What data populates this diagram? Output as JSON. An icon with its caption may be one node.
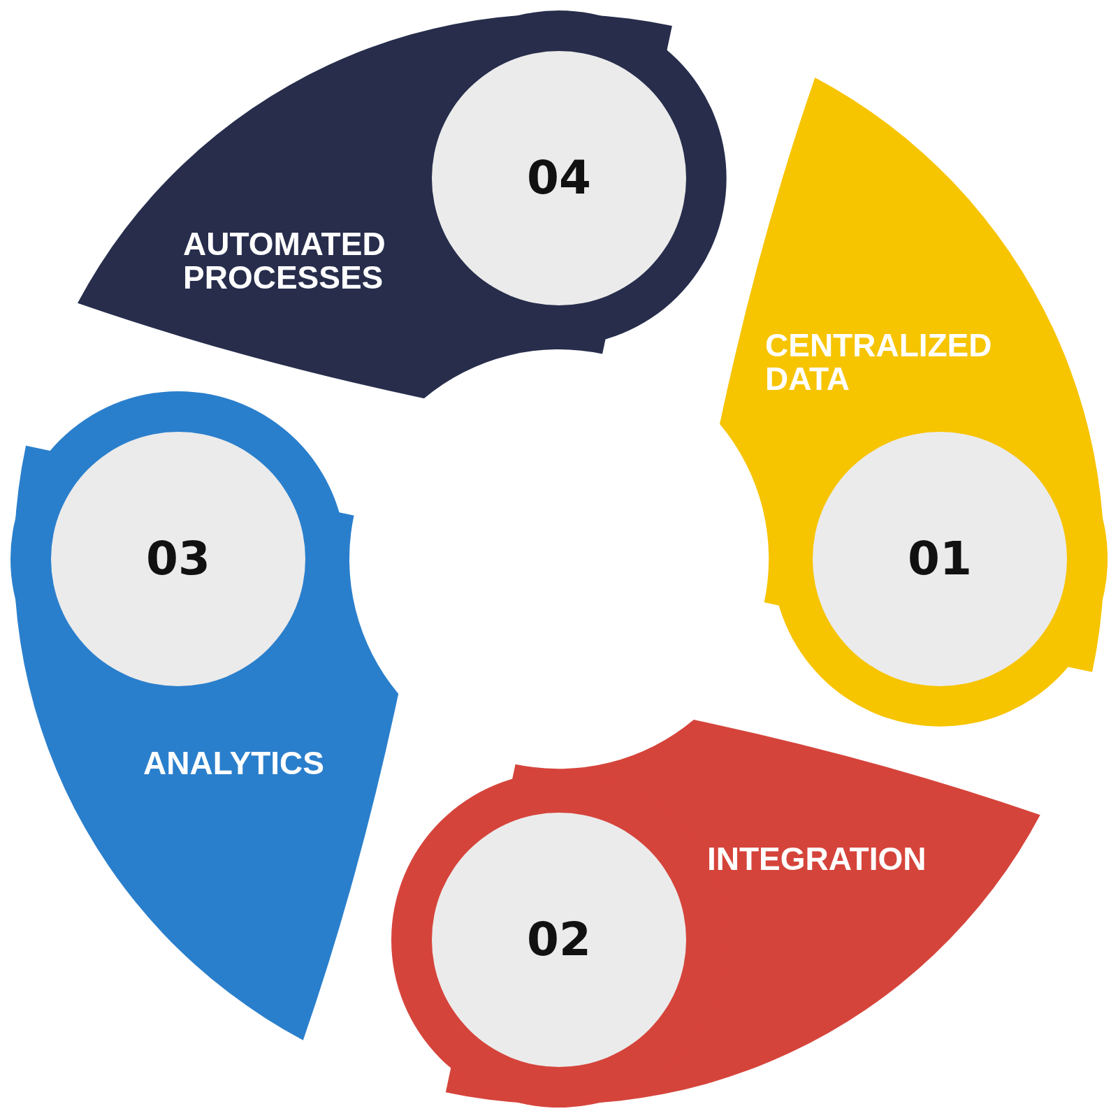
{
  "diagram": {
    "nodes": [
      {
        "text": [
          "CENTRALIZED DATA"
        ]
      },
      {
        "text": [
          "01"
        ],
        "in": 0
      },
      {
        "text": [
          "INTEGRATION"
        ]
      },
      {
        "text": [
          "02"
        ],
        "in": 2
      },
      {
        "text": [
          "ANALYTICS"
        ]
      },
      {
        "text": [
          "03"
        ],
        "in": 4
      },
      {
        "text": [
          "AUTOMATED PROCESSES"
        ]
      },
      {
        "text": [
          "04"
        ],
        "in": 6
      }
    ]
  }
}
